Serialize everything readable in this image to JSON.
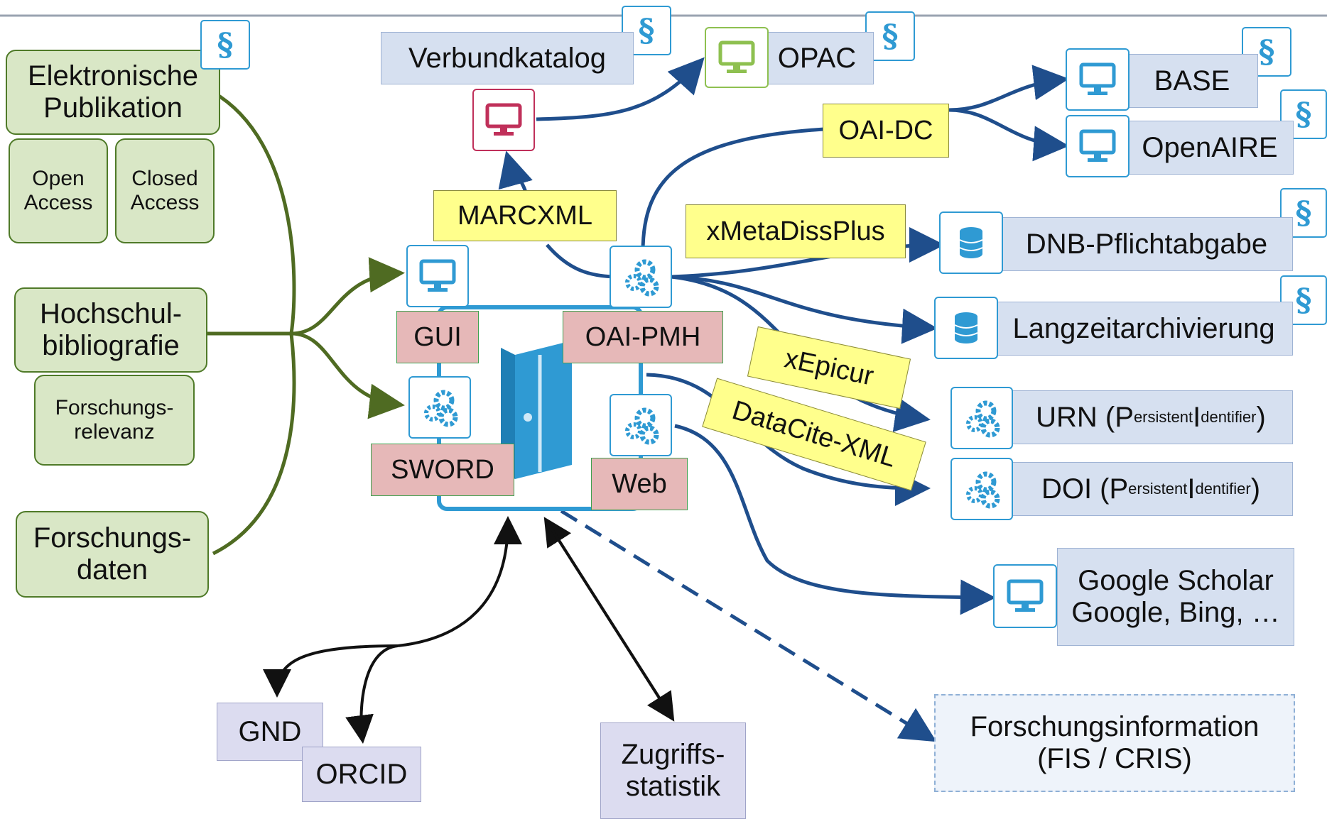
{
  "left": {
    "elektronische": "Elektronische\nPublikation",
    "open_access": "Open\nAccess",
    "closed_access": "Closed\nAccess",
    "hochschul": "Hochschul-\nbibliografie",
    "forschungsrelevanz": "Forschungs-\nrelevanz",
    "forschungsdaten": "Forschungs-\ndaten"
  },
  "interfaces": {
    "gui": "GUI",
    "sword": "SWORD",
    "oai_pmh": "OAI-PMH",
    "web": "Web"
  },
  "formats": {
    "marcxml": "MARCXML",
    "oai_dc": "OAI-DC",
    "xmetadissplus": "xMetaDissPlus",
    "xepicur": "xEpicur",
    "datacite": "DataCite-XML"
  },
  "targets": {
    "verbundkatalog": "Verbundkatalog",
    "opac": "OPAC",
    "base": "BASE",
    "openaire": "OpenAIRE",
    "dnb": "DNB-Pflichtabgabe",
    "langzeit": "Langzeitarchivierung",
    "urn_main": "URN (",
    "doi_main": "DOI (",
    "pi_p": "P",
    "pi_ersistent": "ersistent ",
    "pi_i": "I",
    "pi_dentifier": "dentifier",
    "pi_close": ")",
    "google": "Google Scholar\nGoogle, Bing, …",
    "fis": "Forschungsinformation\n(FIS / CRIS)"
  },
  "bottom": {
    "gnd": "GND",
    "orcid": "ORCID",
    "zugriffs": "Zugriffs-\nstatistik"
  },
  "symbols": {
    "paragraph": "§"
  },
  "icons": [
    "monitor-icon",
    "gears-icon",
    "database-icon",
    "server-icon",
    "paragraph-icon"
  ],
  "colors": {
    "blue_arrow": "#1f4e8c",
    "green_arrow": "#4f6b22",
    "icon_blue": "#2f9ad3"
  }
}
